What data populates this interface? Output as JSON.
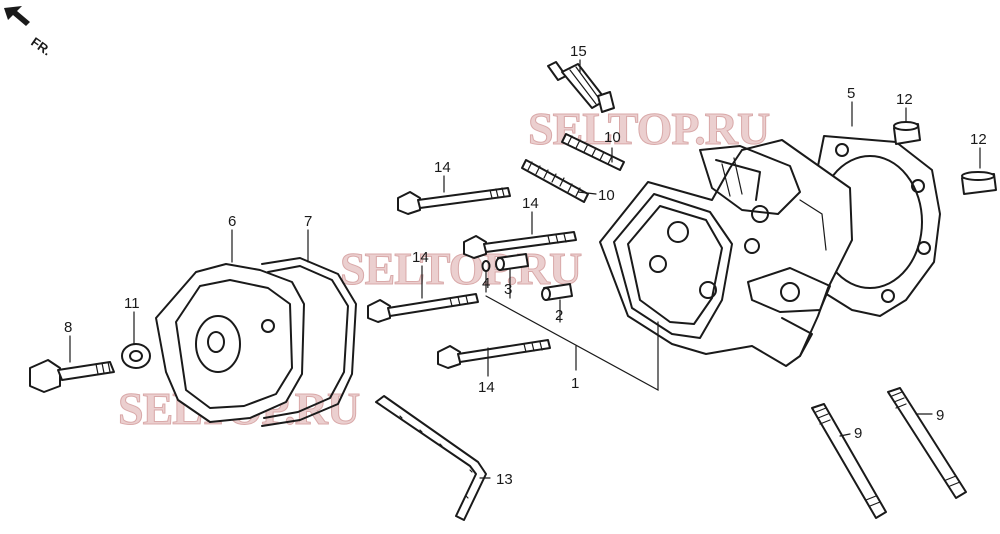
{
  "direction_marker": {
    "label": "FR.",
    "icon": "front-direction-arrow-icon"
  },
  "watermarks": [
    "SELTOP.RU",
    "SELTOP.RU",
    "SELTOP.RU"
  ],
  "callouts": {
    "c1": "1",
    "c2": "2",
    "c3": "3",
    "c4": "4",
    "c5": "5",
    "c6": "6",
    "c7": "7",
    "c8": "8",
    "c9a": "9",
    "c9b": "9",
    "c10a": "10",
    "c10b": "10",
    "c11": "11",
    "c12a": "12",
    "c12b": "12",
    "c13": "13",
    "c14a": "14",
    "c14b": "14",
    "c14c": "14",
    "c14d": "14",
    "c15": "15"
  },
  "colors": {
    "line": "#1a1a1a",
    "watermark": "#e8c7c7",
    "background": "#ffffff"
  }
}
